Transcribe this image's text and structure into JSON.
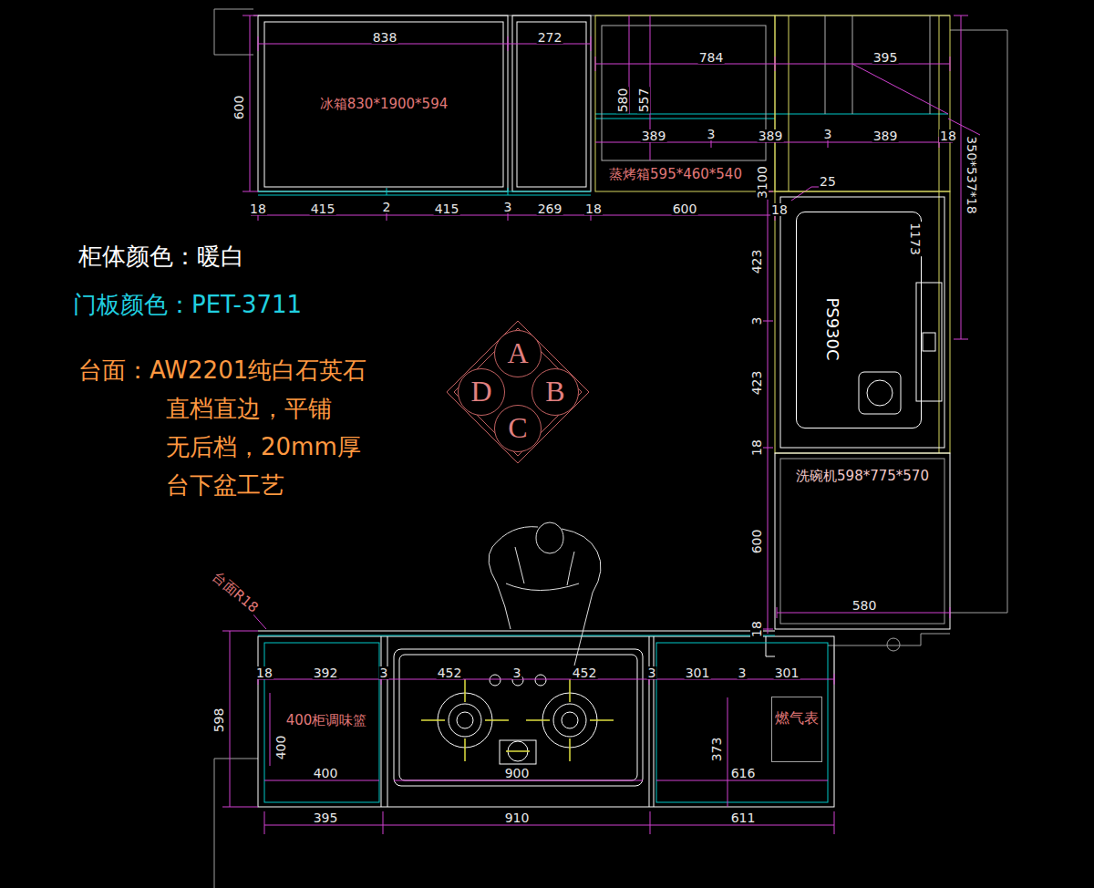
{
  "diagram": {
    "nodes": [
      {
        "text": [
          "冰箱830*1900*594"
        ]
      },
      {
        "text": [
          "蒸烤箱595*460*540"
        ]
      },
      {
        "text": [
          "PS930C"
        ]
      },
      {
        "text": [
          "洗碗机598*775*570"
        ]
      },
      {
        "text": [
          "400柜调味篮"
        ]
      },
      {
        "text": [
          "燃气表"
        ]
      },
      {
        "text": [
          "A"
        ]
      },
      {
        "text": [
          "B"
        ]
      },
      {
        "text": [
          "C"
        ]
      },
      {
        "text": [
          "D"
        ]
      }
    ],
    "labels": [
      "柜体颜色：暖白",
      "门板颜色：PET-3711",
      "台面：AW2201纯白石英石 直档直边，平铺 无后档，20mm厚 台下盆工艺",
      "600",
      "838",
      "272",
      "784",
      "395",
      "580",
      "557",
      "389",
      "3",
      "389",
      "3",
      "389",
      "18",
      "350*537*18",
      "18",
      "415",
      "2",
      "415",
      "3",
      "269",
      "18",
      "600",
      "3100",
      "25",
      "18",
      "1173",
      "423",
      "3",
      "423",
      "18",
      "600",
      "580",
      "18",
      "台面R18",
      "598",
      "18",
      "392",
      "3",
      "452",
      "3",
      "452",
      "3",
      "301",
      "3",
      "301",
      "400",
      "400",
      "900",
      "373",
      "616",
      "395",
      "910",
      "611"
    ]
  }
}
